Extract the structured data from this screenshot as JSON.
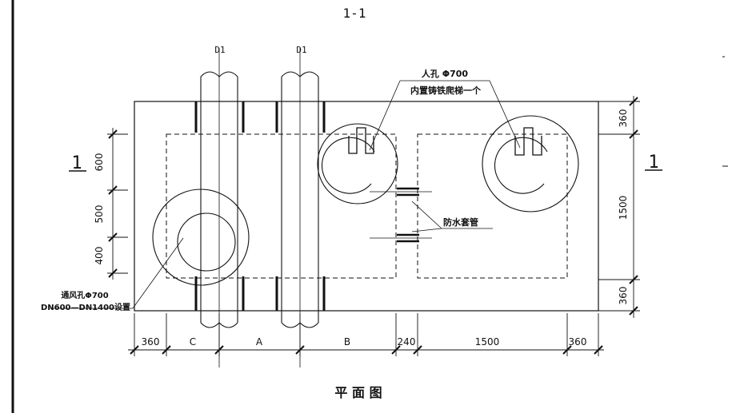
{
  "drawing": {
    "section_mark_top": "1-1",
    "pipe_labels": [
      "D1",
      "D1"
    ],
    "manhole_note_line1": "人孔 Φ700",
    "manhole_note_line2": "内置铸铁爬梯一个",
    "sleeve_note": "防水套管",
    "vent_note_line1": "通风孔Φ700",
    "vent_note_line2": "DN600—DN1400设置",
    "section_cut_left": "1",
    "section_cut_right": "1",
    "plan_title": "平 面 图",
    "dims_left": [
      "600",
      "500",
      "400"
    ],
    "dims_right": [
      "360",
      "1500",
      "360"
    ],
    "dims_bottom": [
      "360",
      "C",
      "A",
      "B",
      "240",
      "1500",
      "360"
    ]
  },
  "colors": {
    "line": "#111111",
    "background": "#ffffff"
  }
}
